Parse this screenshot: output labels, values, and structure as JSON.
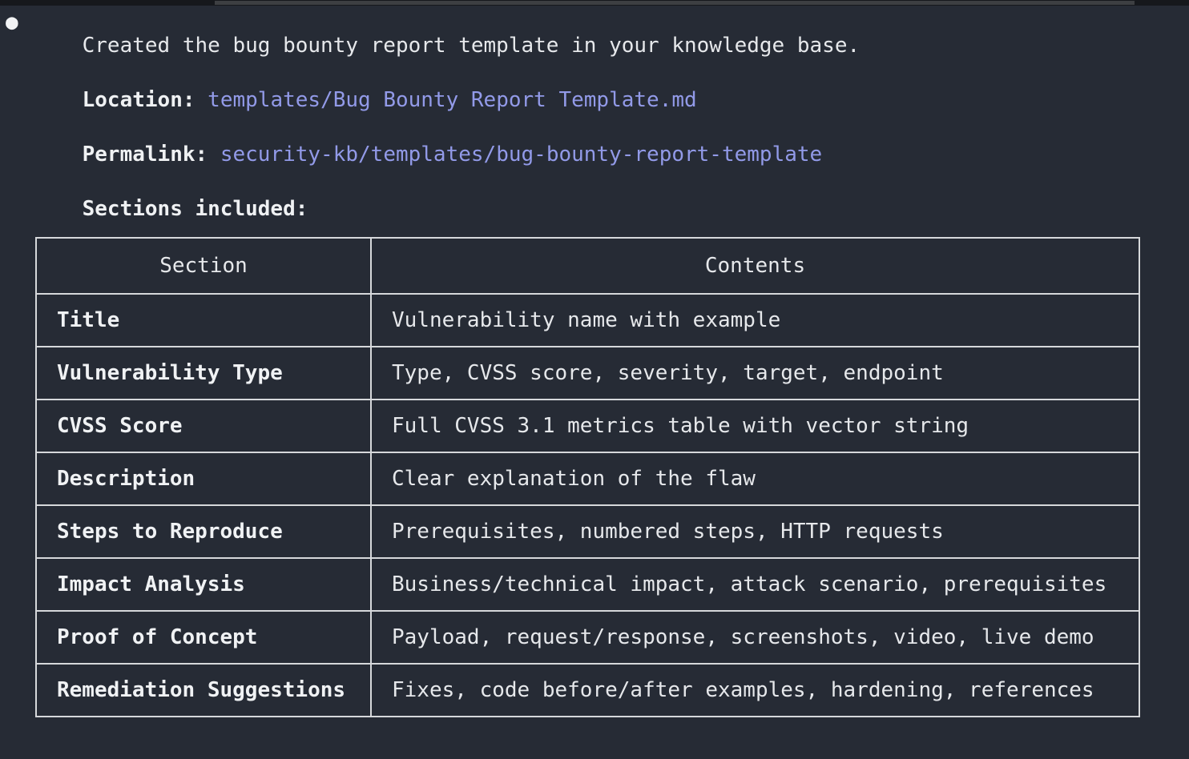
{
  "message": {
    "bullet_icon": "●",
    "text": "Created the bug bounty report template in your knowledge base."
  },
  "fields": {
    "location_label": "Location:",
    "location_value": "templates/Bug Bounty Report Template.md",
    "permalink_label": "Permalink:",
    "permalink_value": "security-kb/templates/bug-bounty-report-template"
  },
  "sections_heading": "Sections included:",
  "table": {
    "headers": [
      "Section",
      "Contents"
    ],
    "rows": [
      [
        "Title",
        "Vulnerability name with example"
      ],
      [
        "Vulnerability Type",
        "Type, CVSS score, severity, target, endpoint"
      ],
      [
        "CVSS Score",
        "Full CVSS 3.1 metrics table with vector string"
      ],
      [
        "Description",
        "Clear explanation of the flaw"
      ],
      [
        "Steps to Reproduce",
        "Prerequisites, numbered steps, HTTP requests"
      ],
      [
        "Impact Analysis",
        "Business/technical impact, attack scenario, prerequisites"
      ],
      [
        "Proof of Concept",
        "Payload, request/response, screenshots, video, live demo"
      ],
      [
        "Remediation Suggestions",
        "Fixes, code before/after examples, hardening, references"
      ]
    ]
  },
  "colors": {
    "background": "#262b35",
    "text": "#e6e8eb",
    "link": "#929ae8",
    "table_border": "#d6d8db",
    "top_strip_dark": "#16181c",
    "top_strip_light": "#3d3f42"
  }
}
